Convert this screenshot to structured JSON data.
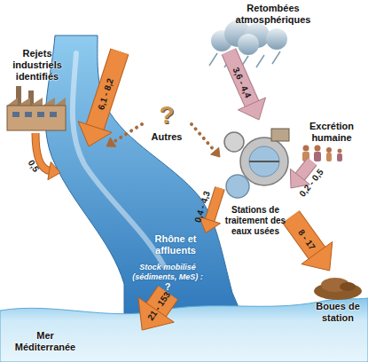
{
  "diagram": {
    "nodes": [
      {
        "text": [
          "Retombées atmosphériques"
        ]
      },
      {
        "text": [
          "Rejets industriels identifiés"
        ]
      },
      {
        "text": [
          "?",
          "Autres"
        ]
      },
      {
        "text": [
          "Excrétion humaine"
        ]
      },
      {
        "text": [
          "Rhône et affluents",
          "Stock mobilisé (sédiments, MeS) :",
          "?"
        ]
      },
      {
        "text": [
          "Stations de traitement des eaux usées"
        ]
      },
      {
        "text": [
          "Boues de station"
        ]
      },
      {
        "text": [
          "Mer Méditerranée"
        ]
      }
    ],
    "edges": [
      {
        "from": 0,
        "to": 4,
        "label": "6,1 - 8,2",
        "arrow": "to"
      },
      {
        "from": 0,
        "to": 5,
        "label": "3,6 - 4,4",
        "arrow": "to"
      },
      {
        "from": 1,
        "to": 4,
        "label": "0,5",
        "arrow": "to"
      },
      {
        "from": 2,
        "to": 4,
        "arrow": "to"
      },
      {
        "from": 2,
        "to": 5,
        "arrow": "to"
      },
      {
        "from": 3,
        "to": 5,
        "label": "0,2 - 0,5",
        "arrow": "to"
      },
      {
        "from": 5,
        "to": 4,
        "label": "0,4 - 4,3",
        "arrow": "to"
      },
      {
        "from": 5,
        "to": 6,
        "label": "8 - 17",
        "arrow": "to"
      },
      {
        "from": 4,
        "to": 7,
        "label": "21 - 153",
        "arrow": "to"
      }
    ]
  }
}
